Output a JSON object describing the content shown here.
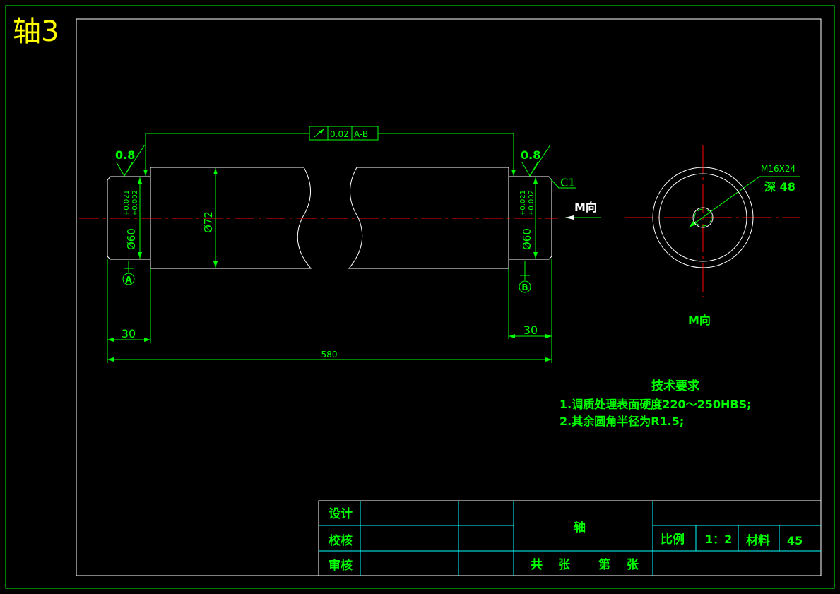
{
  "drawing": {
    "sheet_title": "轴3",
    "part_name": "轴",
    "material": "45",
    "scale": "1：2"
  },
  "title_block": {
    "design_label": "设计",
    "check_label": "校核",
    "review_label": "审核",
    "part_name": "轴",
    "sheets_text_total": "共",
    "sheets_text_zhang1": "张",
    "sheets_text_di": "第",
    "sheets_text_zhang2": "张",
    "scale_label": "比例",
    "scale_value": "1：2",
    "material_label": "材料",
    "material_value": "45"
  },
  "annotations": {
    "roughness_left": "0.8",
    "roughness_right": "0.8",
    "runout_value": "0.02",
    "runout_datum": "A-B",
    "chamfer": "C1",
    "dia_left": "Ø60",
    "tol_upper_left": "+0.021",
    "tol_lower_left": "+0.002",
    "dia_mid": "Ø72",
    "dia_right": "Ø60",
    "tol_upper_right": "+0.021",
    "tol_lower_right": "+0.002",
    "datum_a": "A",
    "datum_b": "B",
    "len_left": "30",
    "len_right": "30",
    "len_total": "580",
    "view_arrow": "M向",
    "view_label": "M向",
    "thread_spec": "M16X24",
    "thread_depth": "深 48"
  },
  "tech_requirements": {
    "title": "技术要求",
    "items": [
      "1.调质处理表面硬度220～250HBS;",
      "2.其余圆角半径为R1.5;"
    ]
  },
  "colors": {
    "background": "#000000",
    "geometry": "#ffffff",
    "dimension": "#00ff00",
    "centerline": "#ff0000",
    "title_grid": "#00ffff",
    "sheet_title": "#ffff00",
    "border": "#00ff00"
  }
}
